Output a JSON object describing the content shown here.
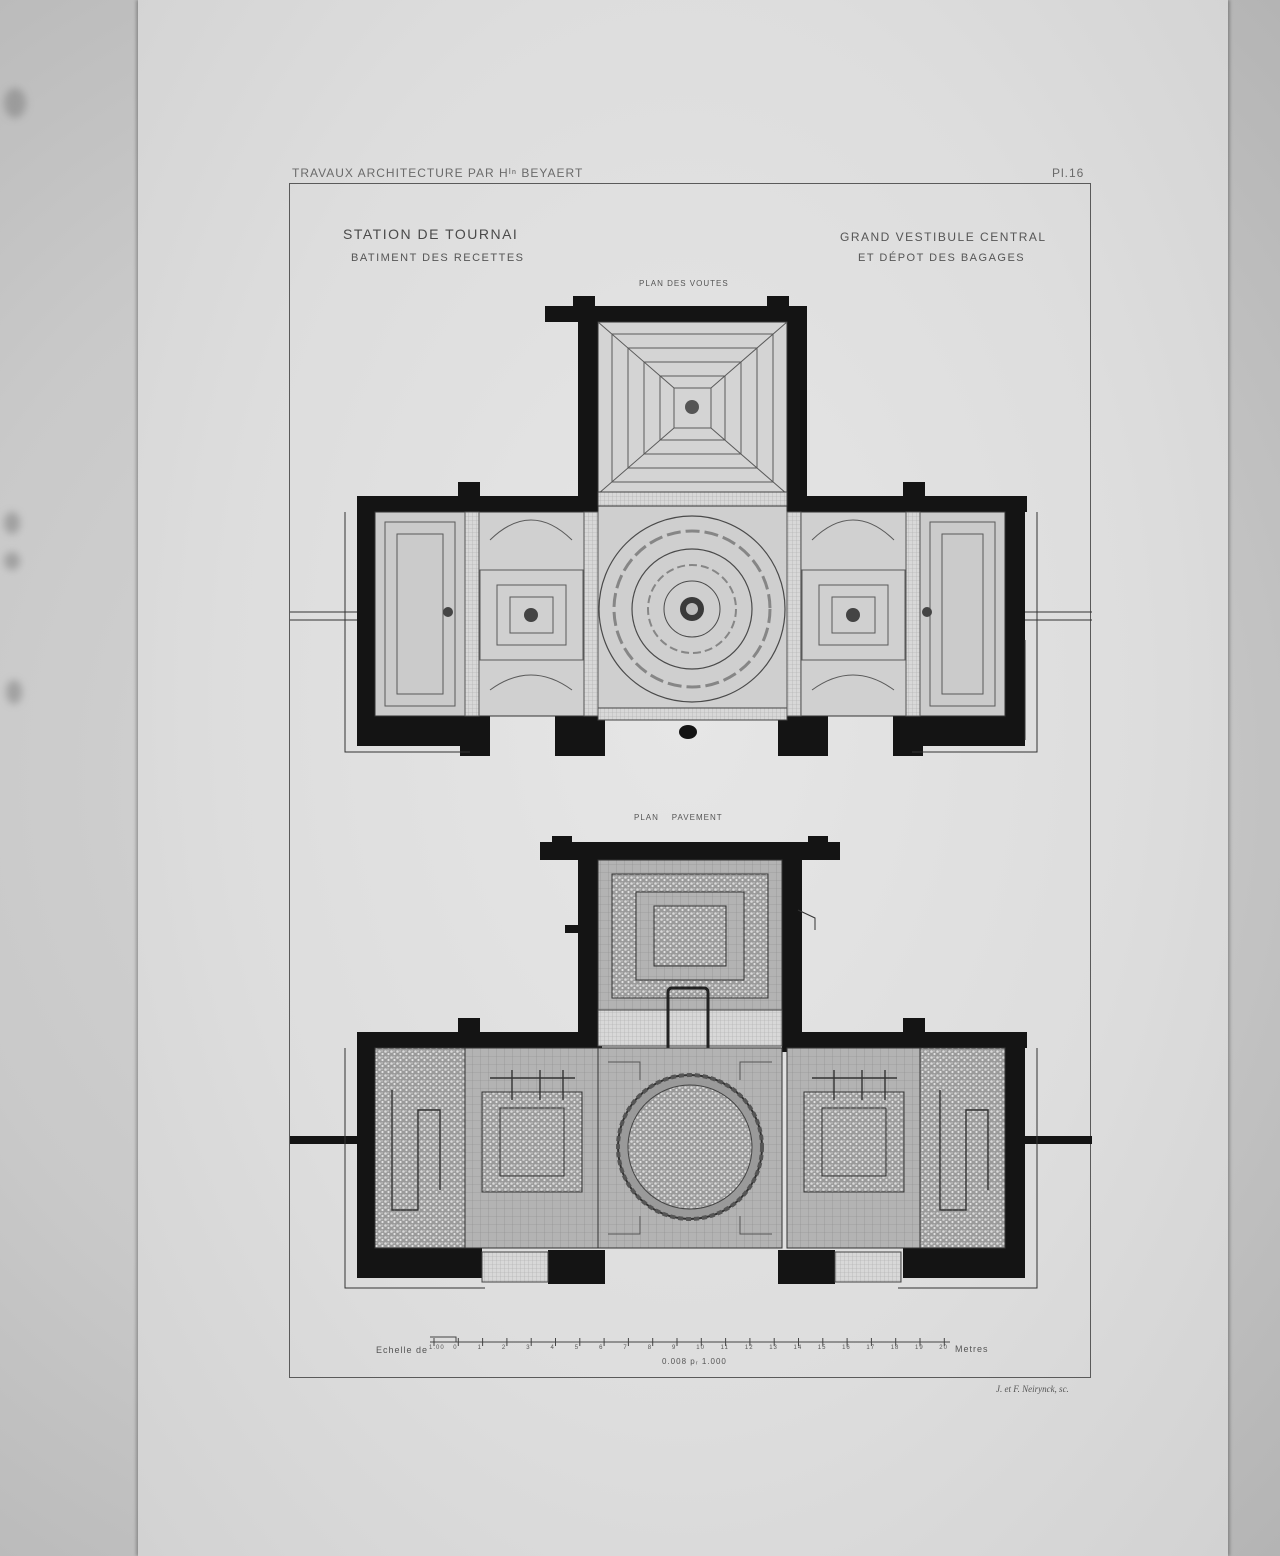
{
  "header": {
    "left": "TRAVAUX   ARCHITECTURE PAR Hᴵⁿ BEYAERT",
    "right": "Pl.16"
  },
  "title": {
    "left_line1": "STATION DE TOURNAI",
    "left_line2": "BATIMENT DES RECETTES",
    "right_line1": "GRAND VESTIBULE CENTRAL",
    "right_line2": "ET DÉPOT DES BAGAGES"
  },
  "plans": {
    "upper_label": "PLAN DES VOUTES",
    "lower_label": "PLAN    PAVEMENT"
  },
  "scale": {
    "prefix": "Echelle de",
    "unit": "Metres",
    "ratio": "0.008 pᵣ 1.000",
    "ticks": [
      "1.00",
      "0",
      "1",
      "2",
      "3",
      "4",
      "5",
      "6",
      "7",
      "8",
      "9",
      "10",
      "11",
      "12",
      "13",
      "14",
      "15",
      "16",
      "17",
      "18",
      "19",
      "20"
    ]
  },
  "credit": "J. et F. Neirynck, sc.",
  "colors": {
    "ink": "#141414",
    "paper": "#e2e2e2",
    "board": "#c8c8c8"
  }
}
